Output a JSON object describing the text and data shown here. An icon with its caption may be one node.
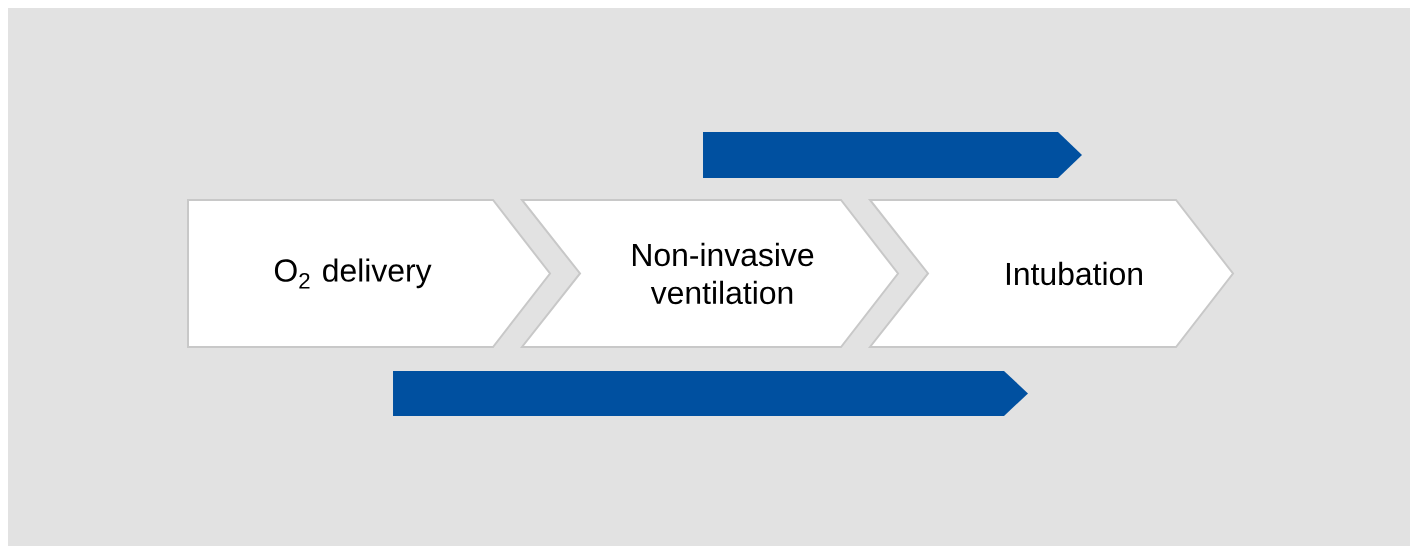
{
  "diagram": {
    "nodes": [
      {
        "text": [],
        "shape": "bar"
      },
      {
        "text": [
          "O$_{2}$ delivery"
        ]
      },
      {
        "text": [
          "Non-invasive ventilation"
        ]
      },
      {
        "text": [
          "Intubation"
        ]
      },
      {
        "text": [],
        "shape": "bar"
      }
    ]
  }
}
